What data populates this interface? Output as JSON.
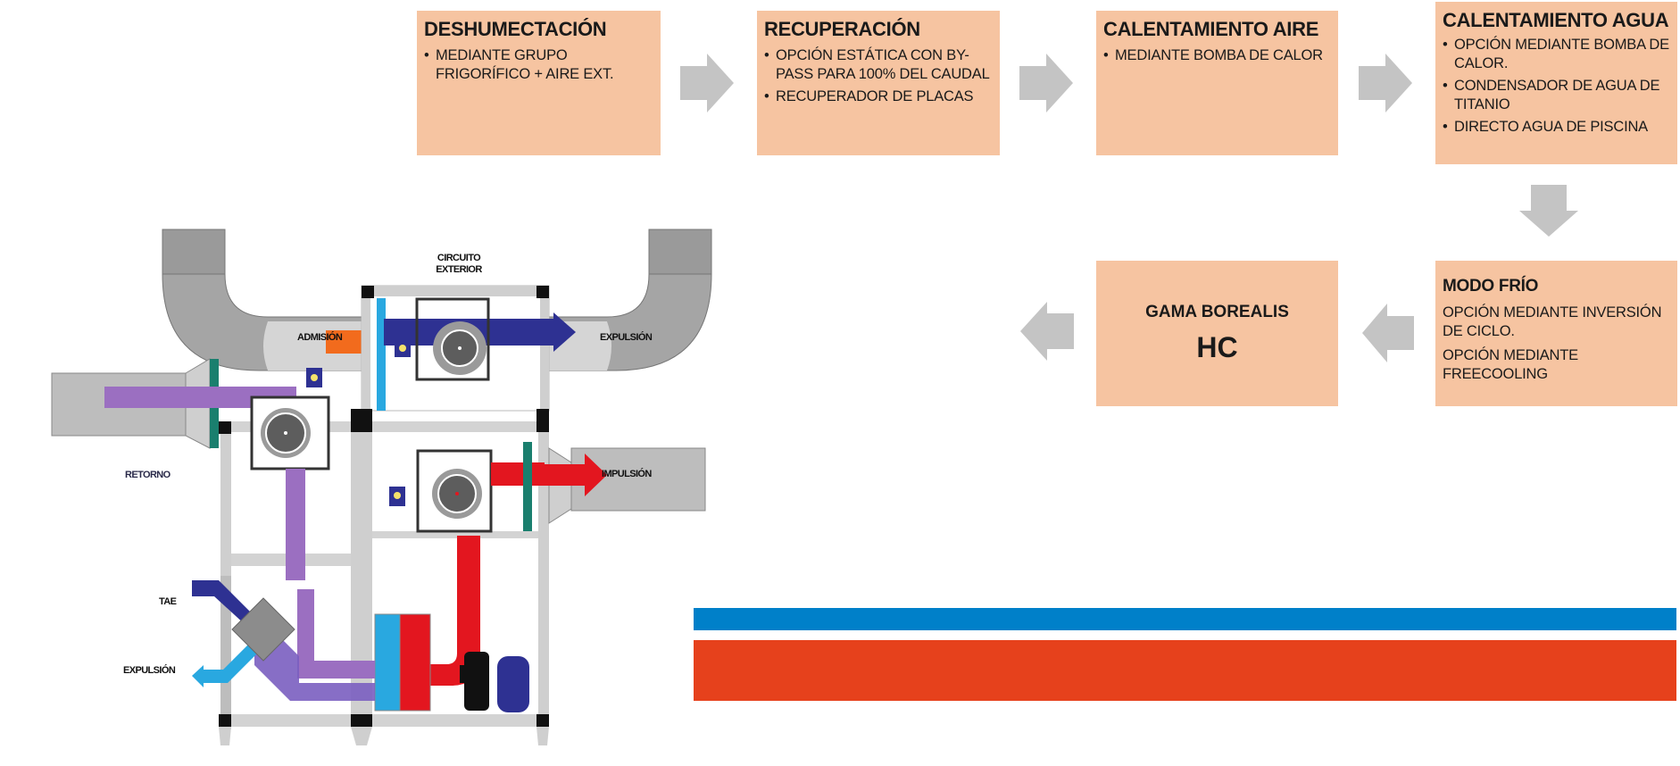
{
  "flow": {
    "steps": [
      {
        "title": "DESHUMECTACIÓN",
        "bullets": [
          "MEDIANTE GRUPO FRIGORÍFICO + AIRE EXT."
        ]
      },
      {
        "title": "RECUPERACIÓN",
        "bullets": [
          "OPCIÓN ESTÁTICA CON BY-PASS PARA 100% DEL CAUDAL",
          "RECUPERADOR DE PLACAS"
        ]
      },
      {
        "title": "CALENTAMIENTO AIRE",
        "bullets": [
          "MEDIANTE BOMBA DE CALOR"
        ]
      },
      {
        "title": "CALENTAMIENTO AGUA",
        "bullets": [
          "OPCIÓN MEDIANTE BOMBA DE CALOR.",
          " CONDENSADOR DE AGUA DE TITANIO",
          "DIRECTO AGUA DE PISCINA"
        ]
      },
      {
        "title": "MODO FRÍO",
        "paragraphs": [
          "OPCIÓN MEDIANTE INVERSIÓN DE CICLO.",
          "OPCIÓN MEDIANTE FREECOOLING"
        ]
      }
    ],
    "product": {
      "range_label": "GAMA BOREALIS",
      "model": "HC"
    },
    "arrow_icon": "block-arrow"
  },
  "diagram": {
    "labels": {
      "circuit": [
        "CIRCUITO",
        "EXTERIOR"
      ],
      "admission": "ADMISIÓN",
      "expulsion_top": "EXPULSIÓN",
      "return": "RETORNO",
      "supply": "IMPULSIÓN",
      "tae": "TAE",
      "expulsion_bottom": "EXPULSIÓN"
    }
  },
  "colors": {
    "box_fill": "#f6c4a1",
    "arrow_gray": "#c4c4c4",
    "cold_bar": "#0080c9",
    "hot_bar": "#e6411c",
    "duct_gray": "#a9a9a9",
    "purple_flow": "#9b6fc1",
    "red_flow": "#e3161f",
    "blue_flow": "#2e3192",
    "cyan_flow": "#29a8e0"
  }
}
